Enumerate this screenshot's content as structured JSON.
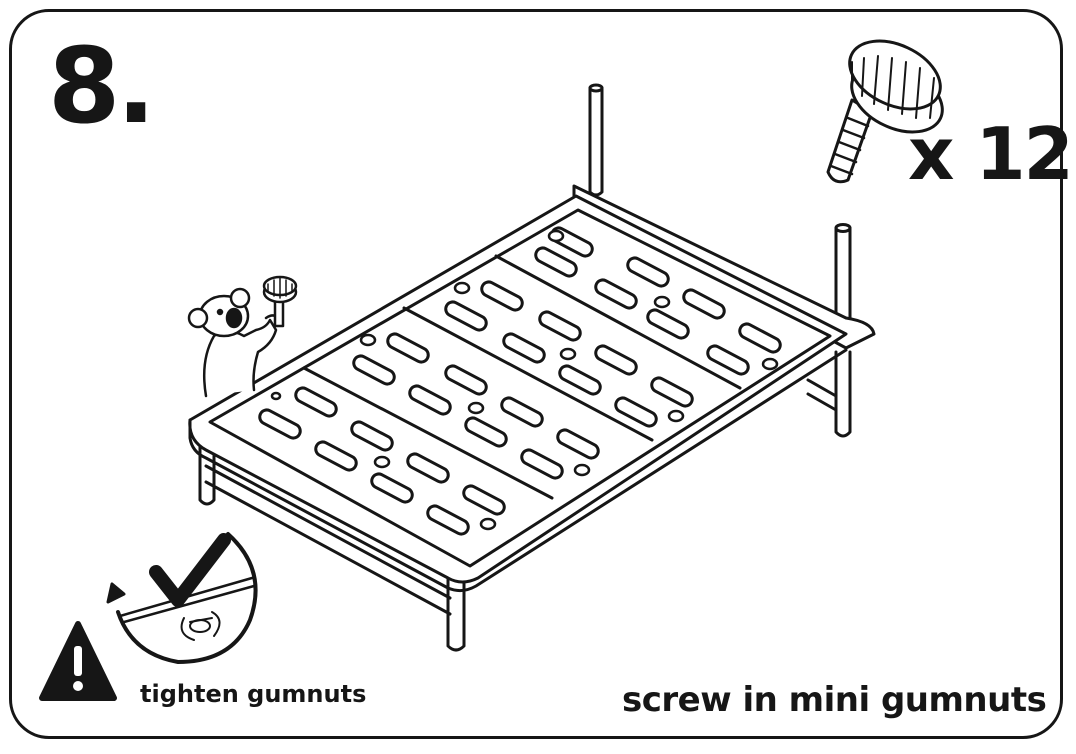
{
  "step": {
    "number": "8."
  },
  "hardware": {
    "quantity_label": "x 12",
    "icon": "thumb-screw-icon"
  },
  "captions": {
    "warning": "tighten gumnuts",
    "instruction": "screw in mini gumnuts"
  },
  "icons": {
    "warning": "warning-triangle-icon",
    "check": "checkmark-icon",
    "rotate": "rotate-arrow-icon",
    "character": "koala-icon",
    "furniture": "bed-frame-icon"
  },
  "colors": {
    "ink": "#161616",
    "paper": "#ffffff"
  }
}
